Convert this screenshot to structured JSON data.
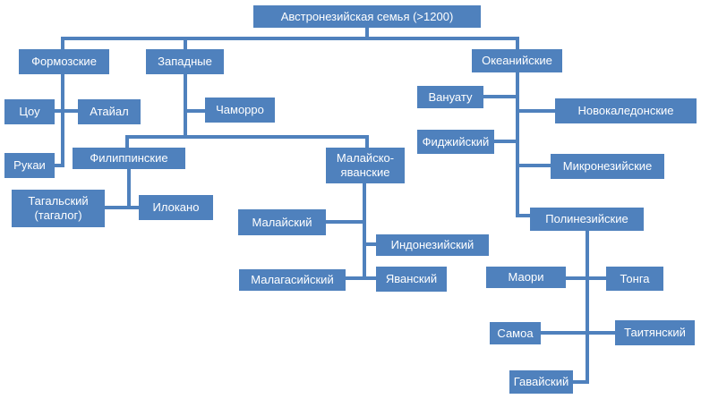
{
  "diagram": {
    "root": "Австронезийская семья (>1200)",
    "formosan": {
      "label": "Формозские",
      "children": [
        "Цоу",
        "Атайал",
        "Рукаи"
      ]
    },
    "western": {
      "label": "Западные",
      "chamorro": "Чаморро",
      "philippine": {
        "label": "Филиппинские",
        "children": [
          "Тагальский (тагалог)",
          "Илокано"
        ]
      },
      "malayo_javanic": {
        "label": "Малайско-\nяванские",
        "children": [
          "Малайский",
          "Индонезийский",
          "Малагасийский",
          "Яванский"
        ]
      }
    },
    "oceanic": {
      "label": "Океанийские",
      "children": [
        "Вануату",
        "Новокаледонские",
        "Фиджийский",
        "Микронезийские"
      ],
      "polynesian": {
        "label": "Полинезийские",
        "children": [
          "Маори",
          "Тонга",
          "Самоа",
          "Таитянский",
          "Гавайский"
        ]
      }
    }
  }
}
